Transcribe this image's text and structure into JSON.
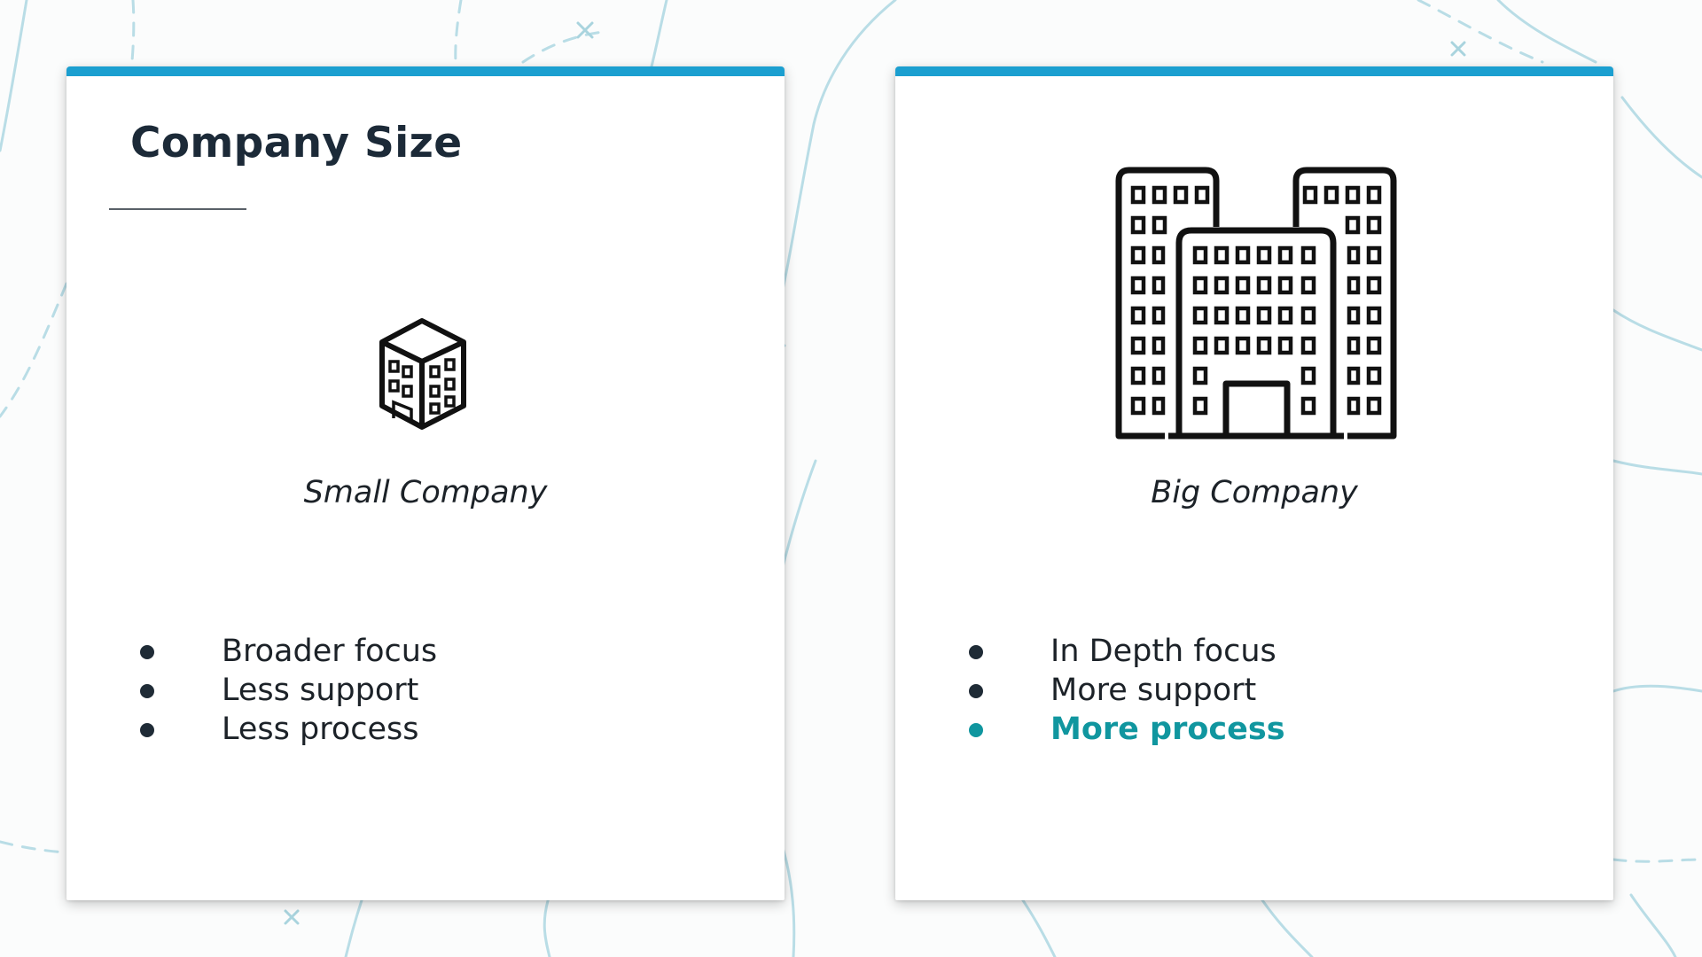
{
  "left_card": {
    "title": "Company Size",
    "icon": "small-building-icon",
    "caption": "Small Company",
    "bullets": [
      "Broader focus",
      "Less support",
      "Less process"
    ]
  },
  "right_card": {
    "icon": "office-buildings-icon",
    "caption": "Big Company",
    "bullets": [
      "In Depth focus",
      "More support",
      "More process"
    ],
    "highlighted_bullet": "More process"
  },
  "colors": {
    "accent_bar": "#1b9fd0",
    "highlight": "#10969f",
    "text": "#1c2228",
    "title": "#1c2a38",
    "background_lines": "#b8dde6"
  }
}
